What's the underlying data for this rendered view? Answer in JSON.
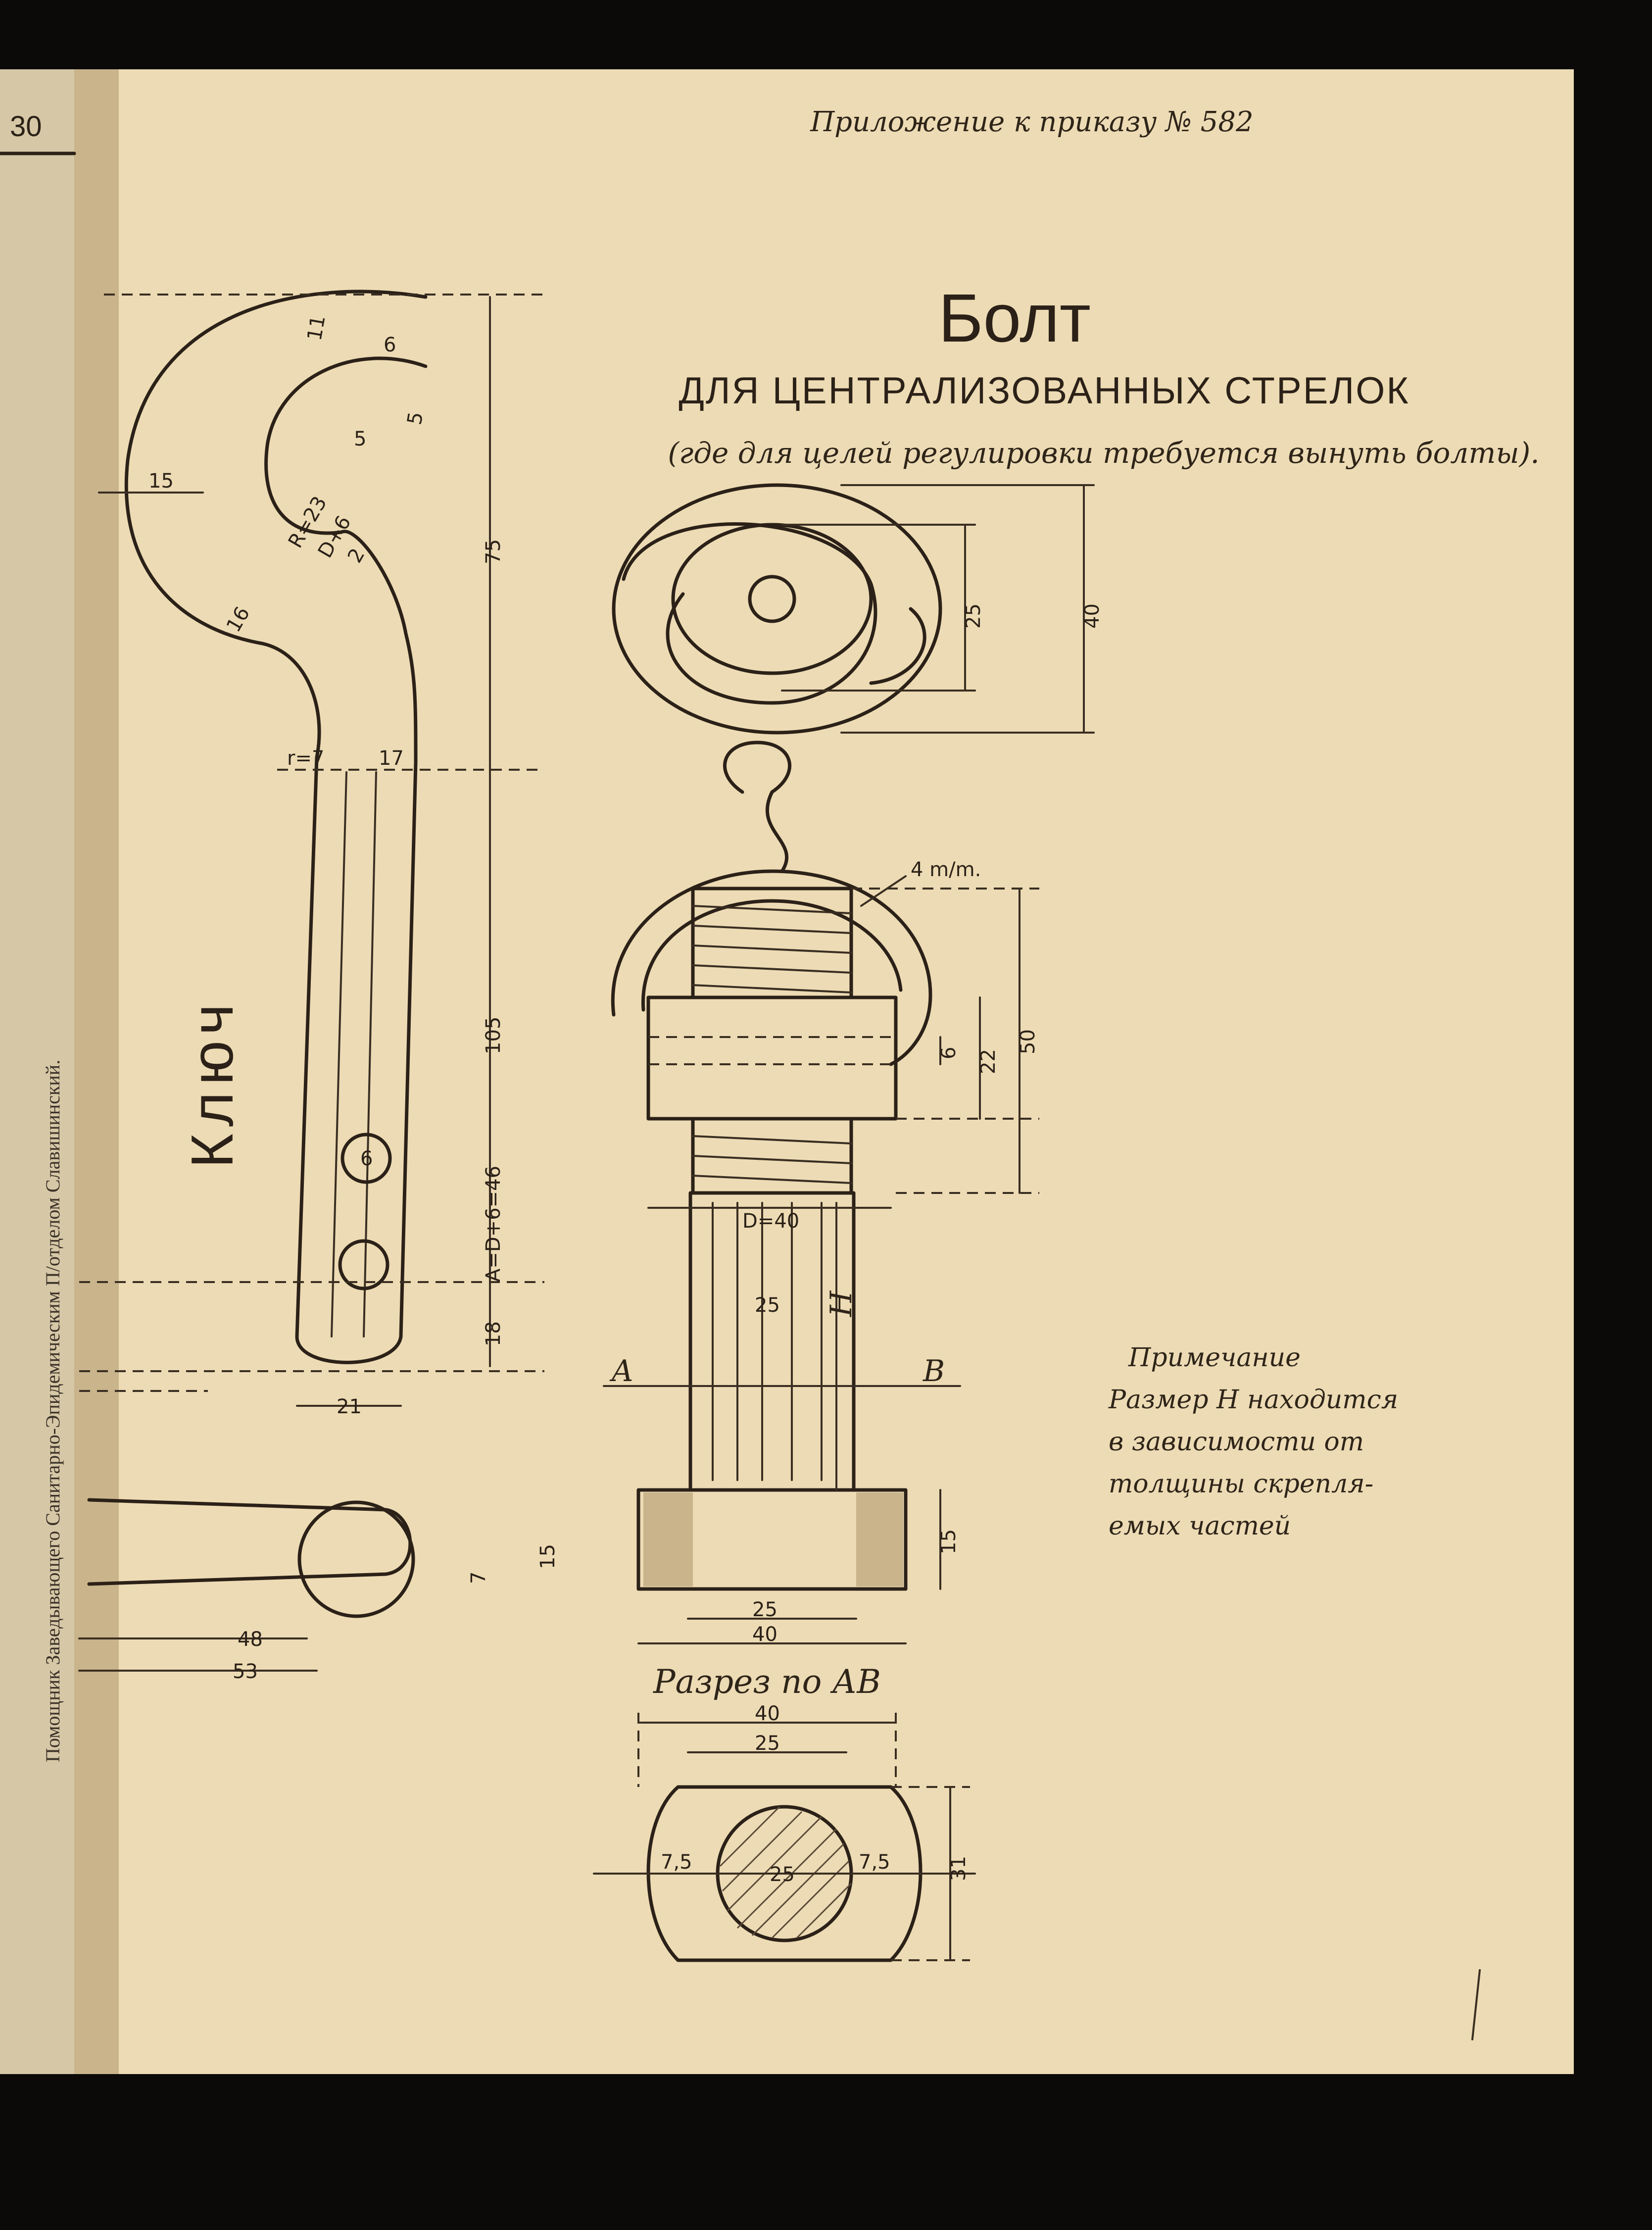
{
  "page": {
    "number": "30",
    "header": "Приложение к приказу № 582",
    "side_text": "Помощник Заведывающего Санитарно-Эпидемическим П/отделом Славишинский."
  },
  "bolt": {
    "title": "Болт",
    "subtitle": "ДЛЯ ЦЕНТРАЛИЗОВАННЫХ СТРЕЛОК",
    "caption": "(где для целей регулировки требуется вынуть болты).",
    "section_title": "Разрез по АВ",
    "label_a": "А",
    "label_b": "В",
    "thread_note": "4 m/m.",
    "note_title": "Примечание",
    "note_lines": [
      "Размер Н находится",
      "в зависимости от",
      "толщины скрепля-",
      "емых частей"
    ],
    "dims": {
      "top_25": "25",
      "top_40": "40",
      "d50": "50",
      "d22": "22",
      "d6": "6",
      "d_eq": "D=40",
      "h": "Н",
      "shank_25": "25",
      "head_15": "15",
      "head_25": "25",
      "head_40": "40",
      "sec_40": "40",
      "sec_25": "25",
      "sec_75l": "7,5",
      "sec_25c": "25",
      "sec_75r": "7,5",
      "sec_31": "31"
    }
  },
  "key": {
    "title": "Ключ",
    "dims": {
      "d11": "11",
      "d6a": "6",
      "d5a": "5",
      "d5b": "5",
      "d15": "15",
      "d75": "75",
      "r_eq": "R=23",
      "frac_num": "D+6",
      "frac_den": "2",
      "d16": "16",
      "d_r7": "r=7",
      "d17": "17",
      "d105": "105",
      "hole_6": "6",
      "d_a": "А=D+6=46",
      "d18": "18",
      "d21": "21",
      "d7": "7",
      "d15b": "15",
      "d48": "48",
      "d53": "53"
    }
  }
}
